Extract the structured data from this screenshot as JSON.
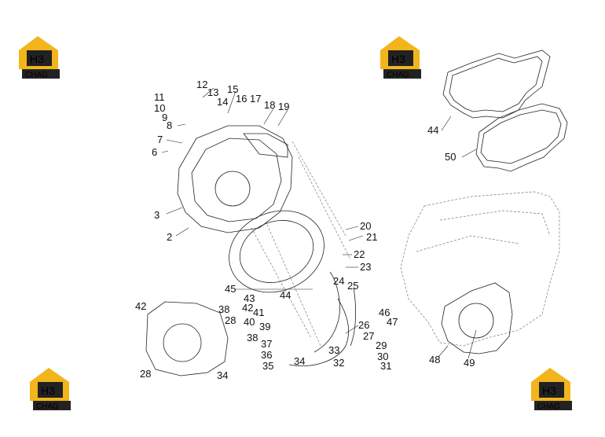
{
  "logo": {
    "mark": "H3",
    "text": "CHAG",
    "colors": {
      "yellow": "#f2b51b",
      "dark": "#222222"
    }
  },
  "callouts": [
    "2",
    "3",
    "6",
    "7",
    "8",
    "9",
    "10",
    "11",
    "12",
    "13",
    "14",
    "15",
    "16",
    "17",
    "18",
    "19",
    "20",
    "21",
    "22",
    "23",
    "24",
    "25",
    "26",
    "27",
    "28",
    "29",
    "30",
    "31",
    "32",
    "33",
    "34",
    "35",
    "36",
    "37",
    "38",
    "39",
    "40",
    "41",
    "42",
    "43",
    "44",
    "45",
    "46",
    "47",
    "48",
    "49",
    "50",
    "44",
    "42",
    "38",
    "28",
    "34"
  ]
}
